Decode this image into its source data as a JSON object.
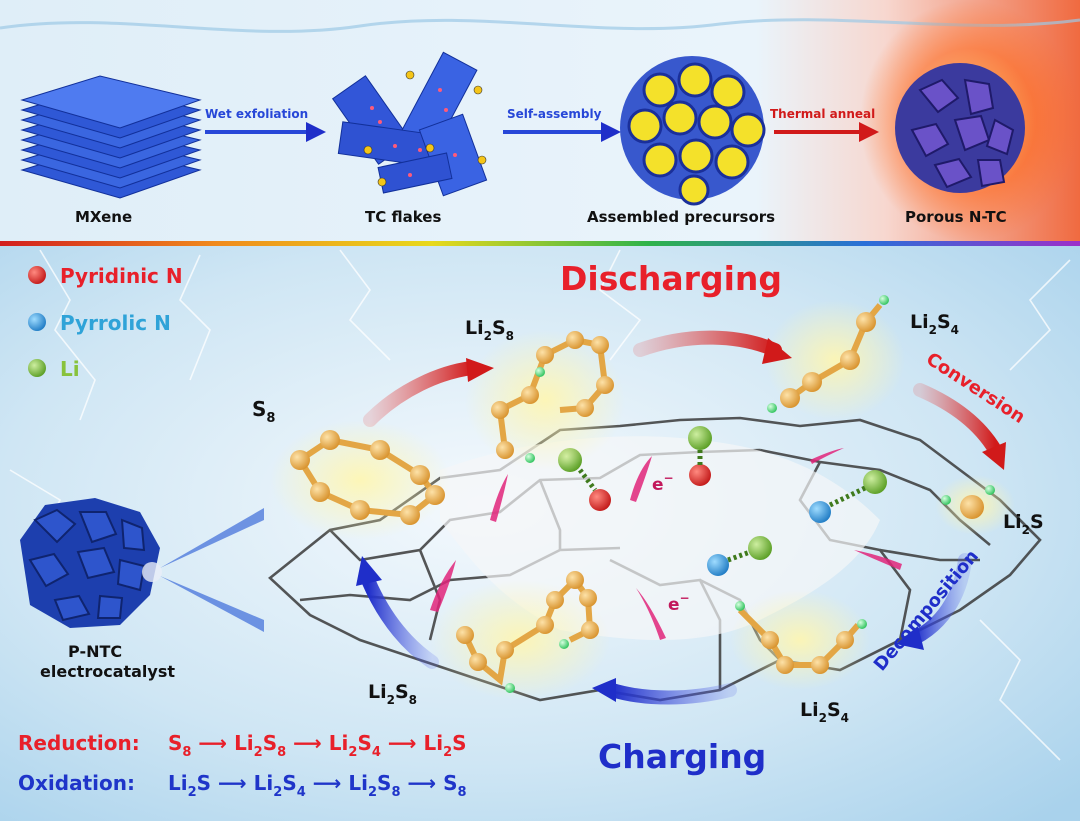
{
  "process": {
    "step1_label": "MXene",
    "arrow1_label": "Wet exfoliation",
    "step2_label": "TC flakes",
    "arrow2_label": "Self-assembly",
    "step3_label": "Assembled precursors",
    "arrow3_label": "Thermal anneal",
    "step4_label": "Porous N-TC"
  },
  "legend": {
    "items": [
      {
        "label": "Pyridinic N",
        "color": "#e8202a"
      },
      {
        "label": "Pyrrolic N",
        "color": "#2fa3d8"
      },
      {
        "label": "Li",
        "color": "#88c23c"
      }
    ]
  },
  "cycle": {
    "discharging_label": "Discharging",
    "charging_label": "Charging",
    "conversion_label": "Conversion",
    "decomposition_label": "Decomposition",
    "electron_label": "e",
    "electron_sup": "−"
  },
  "species": {
    "s8": {
      "main": "S",
      "sub": "8"
    },
    "li2s8_top": {
      "a": "Li",
      "b": "2",
      "c": "S",
      "d": "8"
    },
    "li2s4_top": {
      "a": "Li",
      "b": "2",
      "c": "S",
      "d": "4"
    },
    "li2s": {
      "a": "Li",
      "b": "2",
      "c": "S"
    },
    "li2s4_bottom": {
      "a": "Li",
      "b": "2",
      "c": "S",
      "d": "4"
    },
    "li2s8_bottom": {
      "a": "Li",
      "b": "2",
      "c": "S",
      "d": "8"
    }
  },
  "catalyst": {
    "line1": "P-NTC",
    "line2": "electrocatalyst"
  },
  "reactions": {
    "reduction_label": "Reduction:",
    "oxidation_label": "Oxidation:",
    "reduction_color": "#e8202a",
    "oxidation_color": "#1f35c9",
    "arrow": "⟶",
    "red": [
      {
        "main": "S",
        "sub": "8"
      },
      {
        "main": "Li",
        "sub1": "2",
        "mid": "S",
        "sub2": "8"
      },
      {
        "main": "Li",
        "sub1": "2",
        "mid": "S",
        "sub2": "4"
      },
      {
        "main": "Li",
        "sub1": "2",
        "mid": "S"
      }
    ],
    "ox": [
      {
        "main": "Li",
        "sub1": "2",
        "mid": "S"
      },
      {
        "main": "Li",
        "sub1": "2",
        "mid": "S",
        "sub2": "4"
      },
      {
        "main": "Li",
        "sub1": "2",
        "mid": "S",
        "sub2": "8"
      },
      {
        "main": "S",
        "sub": "8"
      }
    ]
  }
}
